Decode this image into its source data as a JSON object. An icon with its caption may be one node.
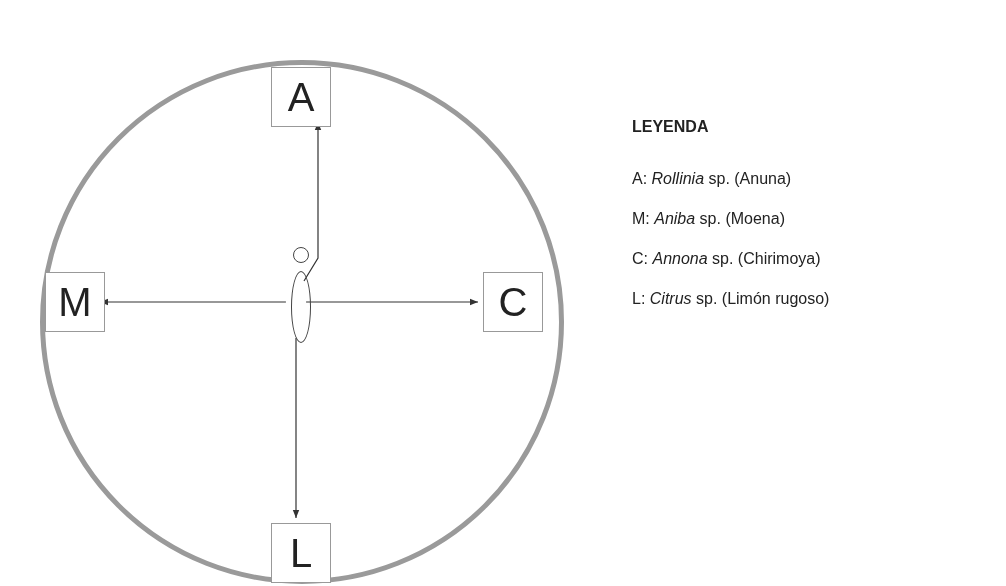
{
  "diagram": {
    "nodes": [
      {
        "text": [],
        "shape": "circle"
      },
      {
        "text": [
          "A"
        ],
        "in": 0
      },
      {
        "text": [
          "M"
        ],
        "in": 0
      },
      {
        "text": [
          "C"
        ],
        "in": 0
      },
      {
        "text": [
          "L"
        ],
        "in": 0
      },
      {
        "text": [],
        "shape": "circle",
        "in": 0
      },
      {
        "text": [],
        "shape": "ellipse",
        "in": 0
      }
    ],
    "edges": [
      {
        "from": 6,
        "to": 1,
        "arrow": "to"
      },
      {
        "from": 6,
        "to": 2,
        "arrow": "to"
      },
      {
        "from": 6,
        "to": 3,
        "arrow": "to"
      },
      {
        "from": 6,
        "to": 4,
        "arrow": "to"
      }
    ],
    "labels": [
      "LEYENDA",
      "A: *Rollinia* sp. (Anuna)",
      "M: *Aniba* sp. (Moena)",
      "C: *Annona* sp. (Chirimoya)",
      "L: *Citrus* sp. (Limón rugoso)"
    ]
  }
}
